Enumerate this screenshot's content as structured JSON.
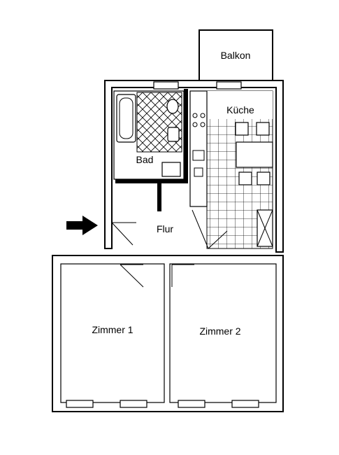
{
  "rooms": {
    "balcony": "Balkon",
    "kitchen": "Küche",
    "bathroom": "Bad",
    "hallway": "Flur",
    "room1": "Zimmer 1",
    "room2": "Zimmer 2"
  },
  "icons": {
    "entrance": "entrance-arrow-icon"
  }
}
